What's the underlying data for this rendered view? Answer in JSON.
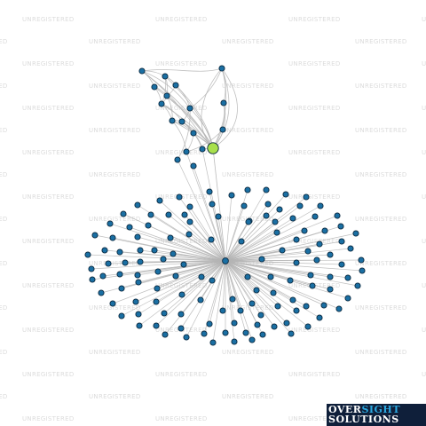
{
  "watermark": {
    "text": "UNREGISTERED",
    "color": "#dcdcdc"
  },
  "graph": {
    "hub_node": "central company node",
    "highlighted_node": "subject node",
    "colors": {
      "node_fill": "#1a6fa3",
      "node_stroke": "#0c2a40",
      "highlight_fill": "#a8e04c",
      "edge": "#b4b4b4"
    }
  },
  "logo": {
    "line1_a": "OVER",
    "line1_b": "SIGHT",
    "line2": "SOLUTIONS",
    "background": "#0f1f3a",
    "accent": "#2aa8e0"
  }
}
